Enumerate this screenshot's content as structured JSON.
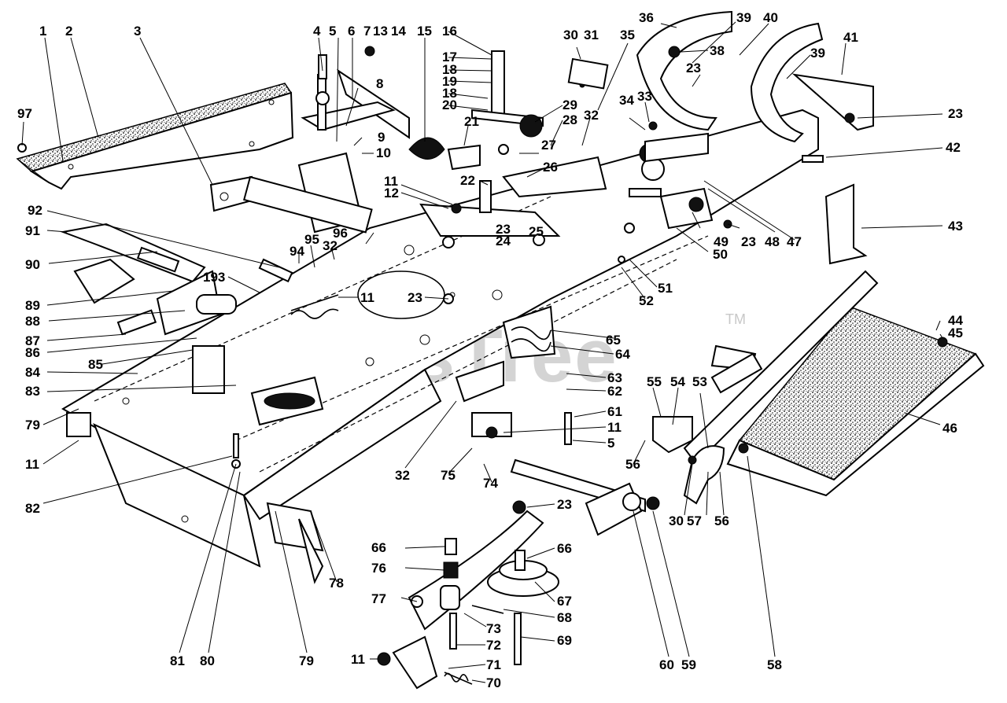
{
  "watermark": {
    "text": "PartsTree",
    "mark": "TM"
  },
  "labels": [
    {
      "id": "l1",
      "text": "1"
    },
    {
      "id": "l2",
      "text": "2"
    },
    {
      "id": "l3",
      "text": "3"
    },
    {
      "id": "l4",
      "text": "4"
    },
    {
      "id": "l5",
      "text": "5"
    },
    {
      "id": "l6",
      "text": "6"
    },
    {
      "id": "l7",
      "text": "7"
    },
    {
      "id": "l13",
      "text": "13"
    },
    {
      "id": "l14",
      "text": "14"
    },
    {
      "id": "l15",
      "text": "15"
    },
    {
      "id": "l16",
      "text": "16"
    },
    {
      "id": "l17",
      "text": "17"
    },
    {
      "id": "l18a",
      "text": "18"
    },
    {
      "id": "l19",
      "text": "19"
    },
    {
      "id": "l18b",
      "text": "18"
    },
    {
      "id": "l20",
      "text": "20"
    },
    {
      "id": "l29",
      "text": "29"
    },
    {
      "id": "l28",
      "text": "28"
    },
    {
      "id": "l8",
      "text": "8"
    },
    {
      "id": "l9",
      "text": "9"
    },
    {
      "id": "l10",
      "text": "10"
    },
    {
      "id": "l97",
      "text": "97"
    },
    {
      "id": "l30a",
      "text": "30"
    },
    {
      "id": "l31",
      "text": "31"
    },
    {
      "id": "l35",
      "text": "35"
    },
    {
      "id": "l36",
      "text": "36"
    },
    {
      "id": "l38",
      "text": "38"
    },
    {
      "id": "l39a",
      "text": "39"
    },
    {
      "id": "l40",
      "text": "40"
    },
    {
      "id": "l39b",
      "text": "39"
    },
    {
      "id": "l41",
      "text": "41"
    },
    {
      "id": "l23a",
      "text": "23"
    },
    {
      "id": "l23b",
      "text": "23"
    },
    {
      "id": "l33",
      "text": "33"
    },
    {
      "id": "l34",
      "text": "34"
    },
    {
      "id": "l32a",
      "text": "32"
    },
    {
      "id": "l27",
      "text": "27"
    },
    {
      "id": "l21",
      "text": "21"
    },
    {
      "id": "l26",
      "text": "26"
    },
    {
      "id": "l22",
      "text": "22"
    },
    {
      "id": "l42",
      "text": "42"
    },
    {
      "id": "l11a",
      "text": "11"
    },
    {
      "id": "l12",
      "text": "12"
    },
    {
      "id": "l23c",
      "text": "23"
    },
    {
      "id": "l24",
      "text": "24"
    },
    {
      "id": "l25",
      "text": "25"
    },
    {
      "id": "l92",
      "text": "92"
    },
    {
      "id": "l91",
      "text": "91"
    },
    {
      "id": "l96",
      "text": "96"
    },
    {
      "id": "l94",
      "text": "94"
    },
    {
      "id": "l95",
      "text": "95"
    },
    {
      "id": "l32b",
      "text": "32"
    },
    {
      "id": "l90",
      "text": "90"
    },
    {
      "id": "l49",
      "text": "49"
    },
    {
      "id": "l23d",
      "text": "23"
    },
    {
      "id": "l48",
      "text": "48"
    },
    {
      "id": "l47",
      "text": "47"
    },
    {
      "id": "l43",
      "text": "43"
    },
    {
      "id": "l50",
      "text": "50"
    },
    {
      "id": "l193",
      "text": "193"
    },
    {
      "id": "l11b",
      "text": "11"
    },
    {
      "id": "l23e",
      "text": "23"
    },
    {
      "id": "l89",
      "text": "89"
    },
    {
      "id": "l88",
      "text": "88"
    },
    {
      "id": "l51",
      "text": "51"
    },
    {
      "id": "l52",
      "text": "52"
    },
    {
      "id": "l87",
      "text": "87"
    },
    {
      "id": "l65",
      "text": "65"
    },
    {
      "id": "l86",
      "text": "86"
    },
    {
      "id": "l64",
      "text": "64"
    },
    {
      "id": "l85",
      "text": "85"
    },
    {
      "id": "l44",
      "text": "44"
    },
    {
      "id": "l45",
      "text": "45"
    },
    {
      "id": "l84",
      "text": "84"
    },
    {
      "id": "l63",
      "text": "63"
    },
    {
      "id": "l55",
      "text": "55"
    },
    {
      "id": "l54",
      "text": "54"
    },
    {
      "id": "l53",
      "text": "53"
    },
    {
      "id": "l62",
      "text": "62"
    },
    {
      "id": "l83",
      "text": "83"
    },
    {
      "id": "l46",
      "text": "46"
    },
    {
      "id": "l79a",
      "text": "79"
    },
    {
      "id": "l61",
      "text": "61"
    },
    {
      "id": "l11c",
      "text": "11"
    },
    {
      "id": "l5b",
      "text": "5"
    },
    {
      "id": "l11d",
      "text": "11"
    },
    {
      "id": "l56a",
      "text": "56"
    },
    {
      "id": "l32c",
      "text": "32"
    },
    {
      "id": "l75",
      "text": "75"
    },
    {
      "id": "l74",
      "text": "74"
    },
    {
      "id": "l82",
      "text": "82"
    },
    {
      "id": "l23f",
      "text": "23"
    },
    {
      "id": "l30b",
      "text": "30"
    },
    {
      "id": "l57",
      "text": "57"
    },
    {
      "id": "l56b",
      "text": "56"
    },
    {
      "id": "l66a",
      "text": "66"
    },
    {
      "id": "l66b",
      "text": "66"
    },
    {
      "id": "l76",
      "text": "76"
    },
    {
      "id": "l78",
      "text": "78"
    },
    {
      "id": "l67",
      "text": "67"
    },
    {
      "id": "l77",
      "text": "77"
    },
    {
      "id": "l68",
      "text": "68"
    },
    {
      "id": "l73",
      "text": "73"
    },
    {
      "id": "l69",
      "text": "69"
    },
    {
      "id": "l72",
      "text": "72"
    },
    {
      "id": "l81",
      "text": "81"
    },
    {
      "id": "l80",
      "text": "80"
    },
    {
      "id": "l79b",
      "text": "79"
    },
    {
      "id": "l11e",
      "text": "11"
    },
    {
      "id": "l71",
      "text": "71"
    },
    {
      "id": "l70",
      "text": "70"
    },
    {
      "id": "l60",
      "text": "60"
    },
    {
      "id": "l59",
      "text": "59"
    },
    {
      "id": "l58",
      "text": "58"
    }
  ]
}
